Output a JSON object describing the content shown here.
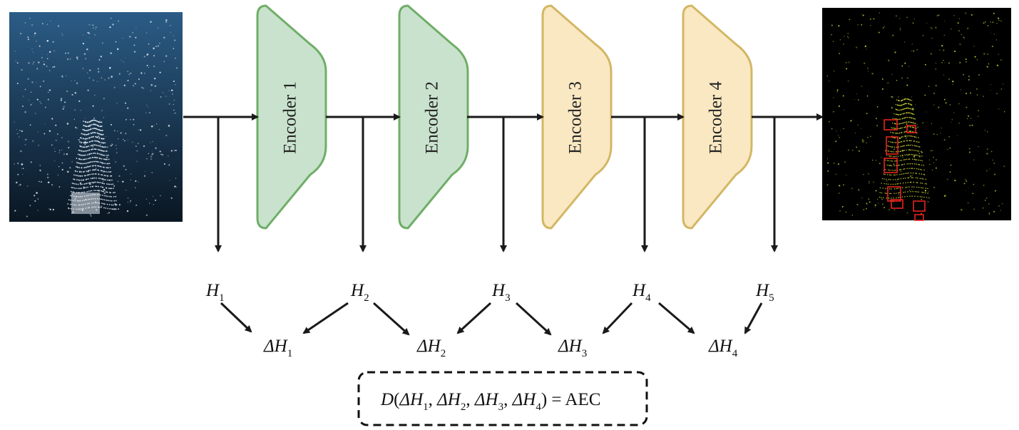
{
  "input_image": {
    "alt": "LiDAR point cloud (input)",
    "bg_top": "#2b5c86",
    "bg_bottom": "#0a1622"
  },
  "output_image": {
    "alt": "Point cloud with detected boxes (output)",
    "bg": "#000000",
    "box_color": "#e8231e",
    "point_color": "#d7e03a"
  },
  "encoders": [
    {
      "label": "Encoder 1",
      "fill": "#c9e2cd",
      "stroke": "#6fae68"
    },
    {
      "label": "Encoder 2",
      "fill": "#c9e2cd",
      "stroke": "#6fae68"
    },
    {
      "label": "Encoder 3",
      "fill": "#f9e8c2",
      "stroke": "#d3b765"
    },
    {
      "label": "Encoder 4",
      "fill": "#f9e8c2",
      "stroke": "#d3b765"
    }
  ],
  "features": [
    {
      "sym": "H",
      "sub": "1"
    },
    {
      "sym": "H",
      "sub": "2"
    },
    {
      "sym": "H",
      "sub": "3"
    },
    {
      "sym": "H",
      "sub": "4"
    },
    {
      "sym": "H",
      "sub": "5"
    }
  ],
  "deltas": [
    {
      "sym": "ΔH",
      "sub": "1"
    },
    {
      "sym": "ΔH",
      "sub": "2"
    },
    {
      "sym": "ΔH",
      "sub": "3"
    },
    {
      "sym": "ΔH",
      "sub": "4"
    }
  ],
  "formula": {
    "func": "D",
    "open": "(",
    "terms": [
      {
        "sym": "ΔH",
        "sub": "1"
      },
      {
        "sym": "ΔH",
        "sub": "2"
      },
      {
        "sym": "ΔH",
        "sub": "3"
      },
      {
        "sym": "ΔH",
        "sub": "4"
      }
    ],
    "separator": ", ",
    "close": ")",
    "equals": " = ",
    "result": "AEC"
  }
}
